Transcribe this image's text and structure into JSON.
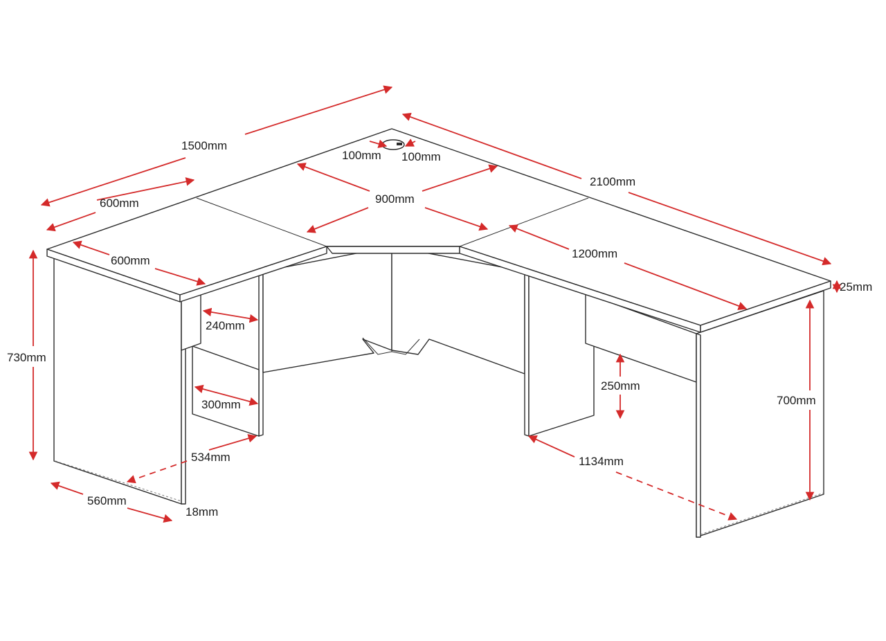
{
  "colors": {
    "dimension_arrow": "#d42a2a",
    "outline": "#2b2b2b",
    "background": "#ffffff"
  },
  "labels": {
    "overall_left_length": "1500mm",
    "overall_right_length": "2100mm",
    "grommet_offset_a": "100mm",
    "grommet_offset_b": "100mm",
    "corner_width": "900mm",
    "left_return_depth": "600mm",
    "left_top_depth": "600mm",
    "right_desk_length": "1200mm",
    "top_thickness": "25mm",
    "overall_height": "730mm",
    "modesty_inset": "240mm",
    "leg_to_panel": "300mm",
    "under_clearance": "250mm",
    "leg_height": "700mm",
    "left_knee_space": "534mm",
    "right_knee_space": "1134mm",
    "leg_depth": "560mm",
    "panel_thickness": "18mm"
  }
}
